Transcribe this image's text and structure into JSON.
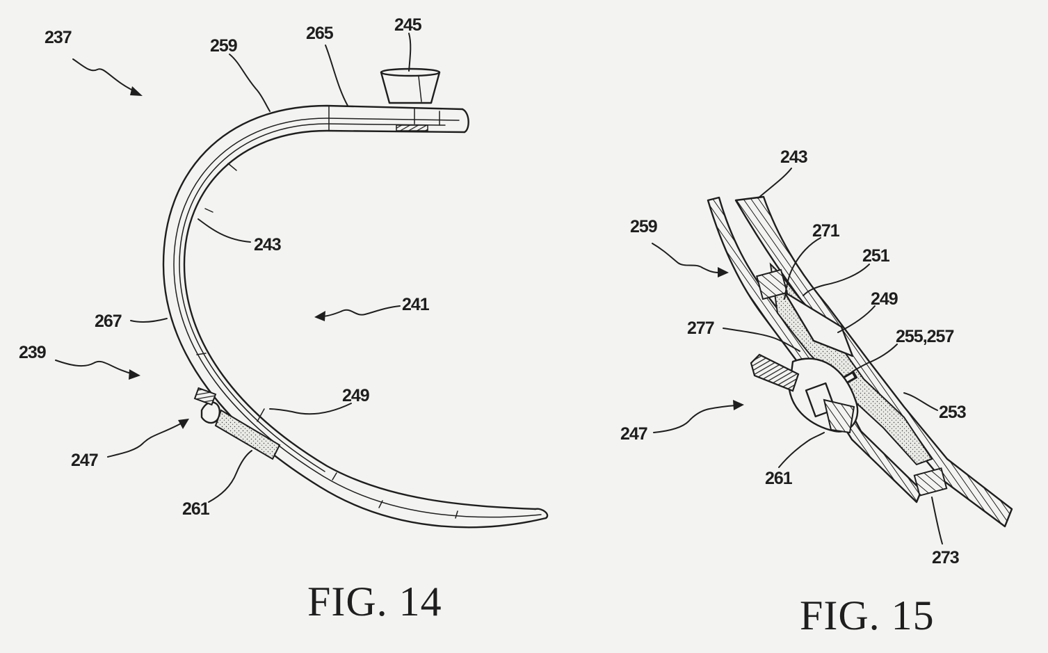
{
  "figures": [
    {
      "id": "fig14",
      "caption": "FIG. 14",
      "references": [
        "237",
        "259",
        "265",
        "245",
        "243",
        "241",
        "267",
        "239",
        "249",
        "247",
        "261"
      ]
    },
    {
      "id": "fig15",
      "caption": "FIG. 15",
      "references": [
        "243",
        "259",
        "271",
        "251",
        "249",
        "277",
        "255,257",
        "247",
        "253",
        "261",
        "273"
      ]
    }
  ]
}
